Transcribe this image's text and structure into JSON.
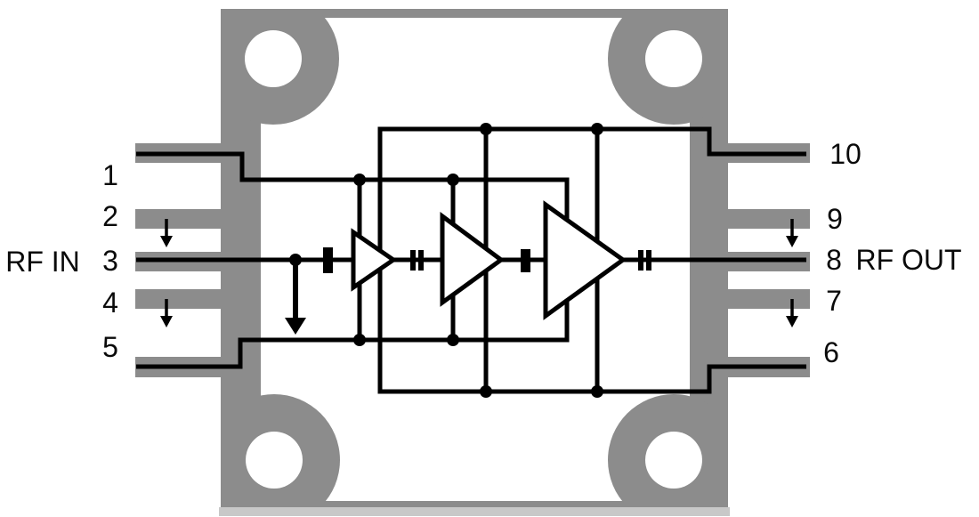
{
  "diagram": {
    "labels": {
      "rf_in": "RF IN",
      "rf_out": "RF OUT"
    },
    "pins": {
      "left": [
        "1",
        "2",
        "3",
        "4",
        "5"
      ],
      "right": [
        "10",
        "9",
        "8",
        "7",
        "6"
      ]
    },
    "content": {
      "amplifier_stages": 3,
      "coupling_capacitors": 4,
      "ground_arrow_pins": [
        "2",
        "4",
        "7",
        "9"
      ],
      "rf_input_pin": "3",
      "rf_output_pin": "8"
    },
    "colors": {
      "package": "#8c8c8c",
      "package_base": "#c8c8c8",
      "schematic": "#000000",
      "background": "#ffffff"
    }
  }
}
